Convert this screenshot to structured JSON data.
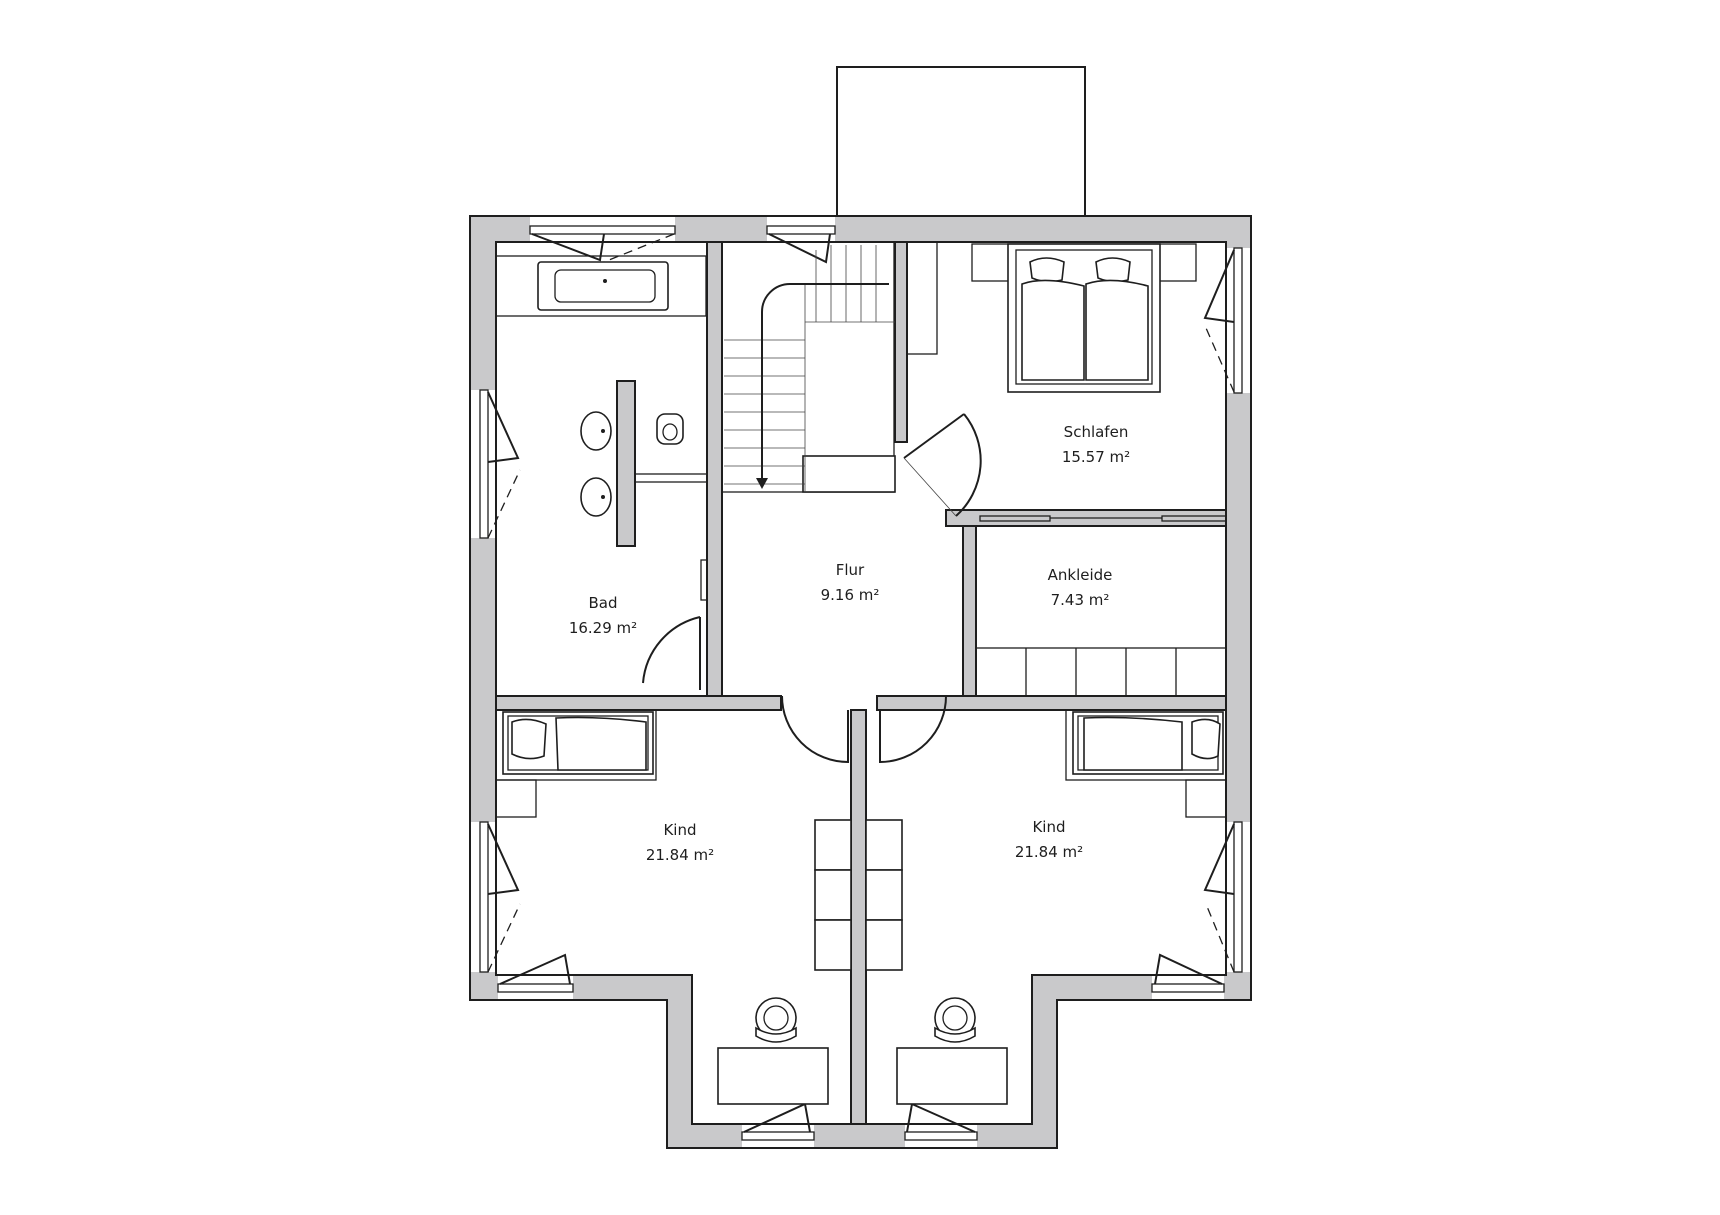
{
  "rooms": {
    "bad": {
      "name": "Bad",
      "area": "16.29 m²"
    },
    "flur": {
      "name": "Flur",
      "area": "9.16 m²"
    },
    "schlafen": {
      "name": "Schlafen",
      "area": "15.57 m²"
    },
    "ankleide": {
      "name": "Ankleide",
      "area": "7.43 m²"
    },
    "kind_left": {
      "name": "Kind",
      "area": "21.84 m²"
    },
    "kind_right": {
      "name": "Kind",
      "area": "21.84 m²"
    }
  },
  "colors": {
    "wall_fill": "#c9c9cb",
    "line": "#1e1e1e",
    "background": "#ffffff"
  }
}
